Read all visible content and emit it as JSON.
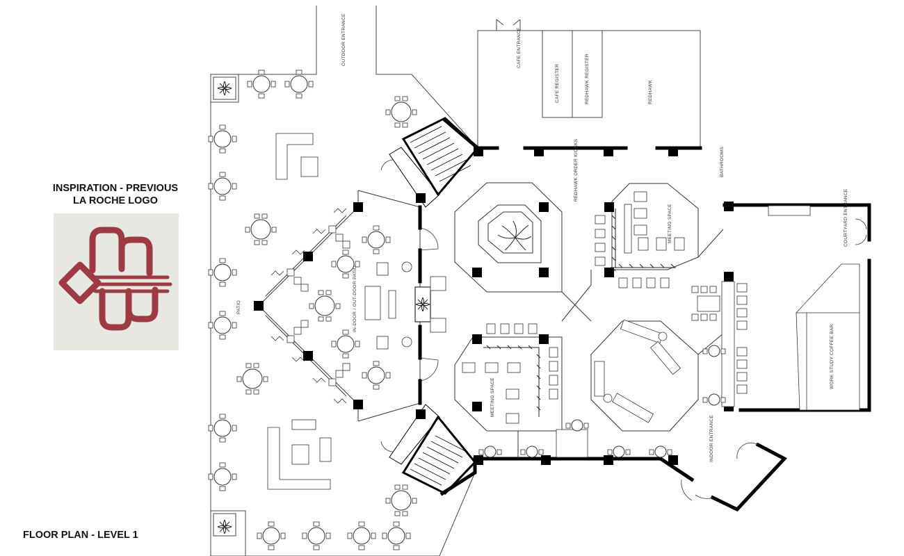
{
  "inspiration": {
    "title_line1": "INSPIRATION - PREVIOUS",
    "title_line2": "LA ROCHE LOGO",
    "logo_color": "#9e3a43"
  },
  "floor_plan": {
    "title": "FLOOR PLAN - LEVEL 1",
    "labels": {
      "outdoor_entrance": "OUTDOOR ENTRANCE",
      "cafe_entrance": "CAFE ENTRANCE",
      "cafe_register": "CAFE REGISTER",
      "redhawk_register": "REDHAWK REGISTER",
      "redhawk": "REDHAWK",
      "redhawk_order_kiosks": "REDHAWK ORDER KIOSKS",
      "bathrooms": "BATHROOMS",
      "courtyard_entrance": "COURTYARD ENTRANCE",
      "meeting_space_a": "MEETING SPACE",
      "meeting_space_b": "MEETING SPACE",
      "patio": "PATIO",
      "indoor_outdoor_patio": "IN-DOOR / OUT-DOOR PATIO",
      "work_study_coffee_bar": "WORK STUDY COFFEE BAR",
      "indoor_entrance": "INDOOR ENTRANCE"
    }
  }
}
